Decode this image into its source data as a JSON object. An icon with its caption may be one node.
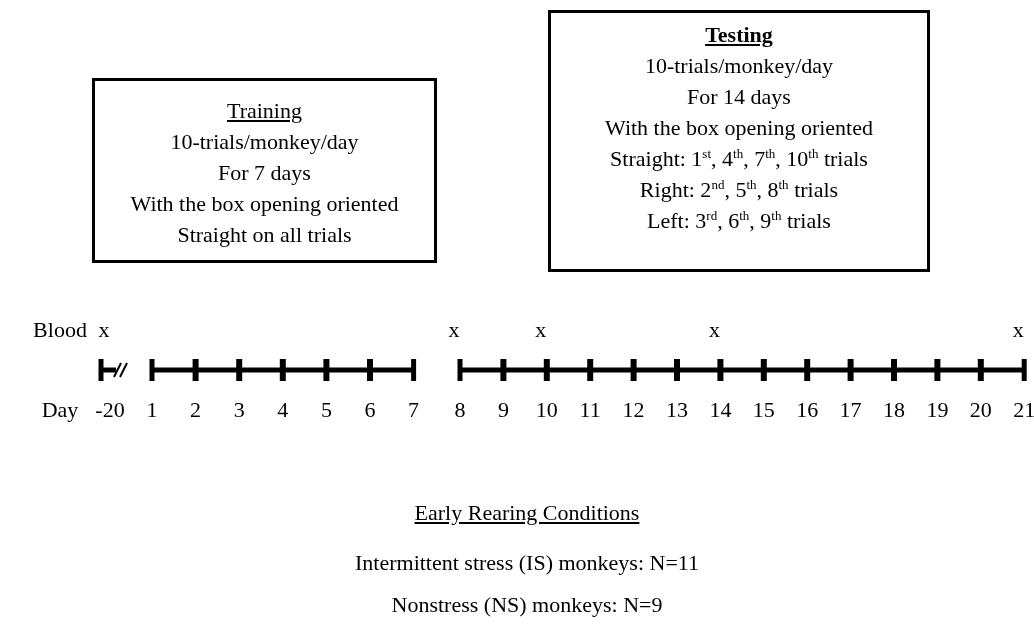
{
  "diagram": {
    "nodes": [
      {
        "text": [
          "Training",
          "10-trials/monkey/day",
          "For 7 days",
          "With the box opening oriented",
          "Straight on all trials"
        ]
      },
      {
        "text": [
          "Testing",
          "10-trials/monkey/day",
          "For 14 days",
          "With the box opening oriented",
          "Straight: 1$^{st}$, 4$^{th}$, 7$^{th}$, 10$^{th}$ trials",
          "Right: 2$^{nd}$, 5$^{th}$, 8$^{th}$ trials",
          "Left: 3$^{rd}$, 6$^{th}$, 9$^{th}$ trials"
        ]
      }
    ],
    "edges": [],
    "labels": [
      "Blood",
      "x",
      "x",
      "x",
      "x",
      "x",
      "Day",
      "-20",
      "1",
      "2",
      "3",
      "4",
      "5",
      "6",
      "7",
      "8",
      "9",
      "10",
      "11",
      "12",
      "13",
      "14",
      "15",
      "16",
      "17",
      "18",
      "19",
      "20",
      "21",
      "Early Rearing Conditions",
      "Intermittent stress (IS) monkeys: N=11",
      "Nonstress (NS) monkeys: N=9"
    ]
  }
}
